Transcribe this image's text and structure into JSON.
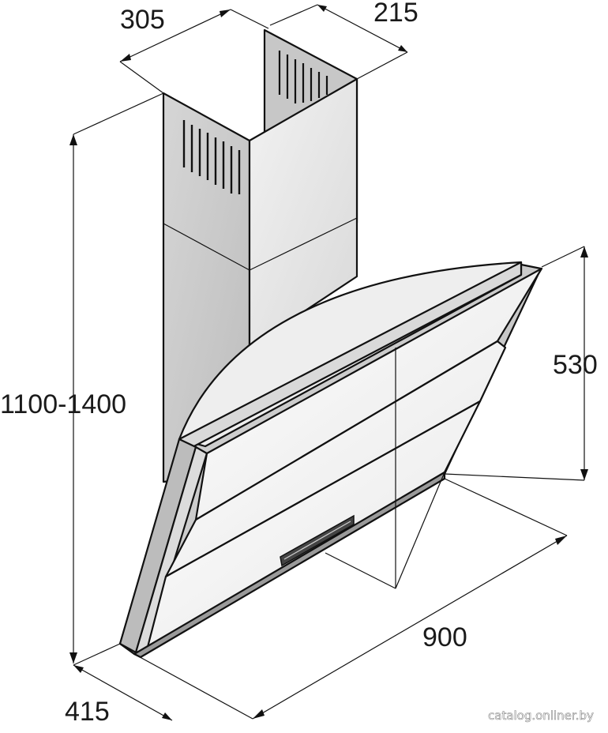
{
  "dimensions": {
    "chimney_width": "305",
    "chimney_depth": "215",
    "total_height": "1100-1400",
    "hood_height": "530",
    "hood_width": "900",
    "hood_depth": "415"
  },
  "watermark": "catalog.onliner.by",
  "colors": {
    "line": "#111111",
    "steel_light": "#e2e2e2",
    "steel_mid": "#cfcfcf",
    "steel_dark": "#a9a9a9",
    "glass": "#f3f3f3"
  }
}
